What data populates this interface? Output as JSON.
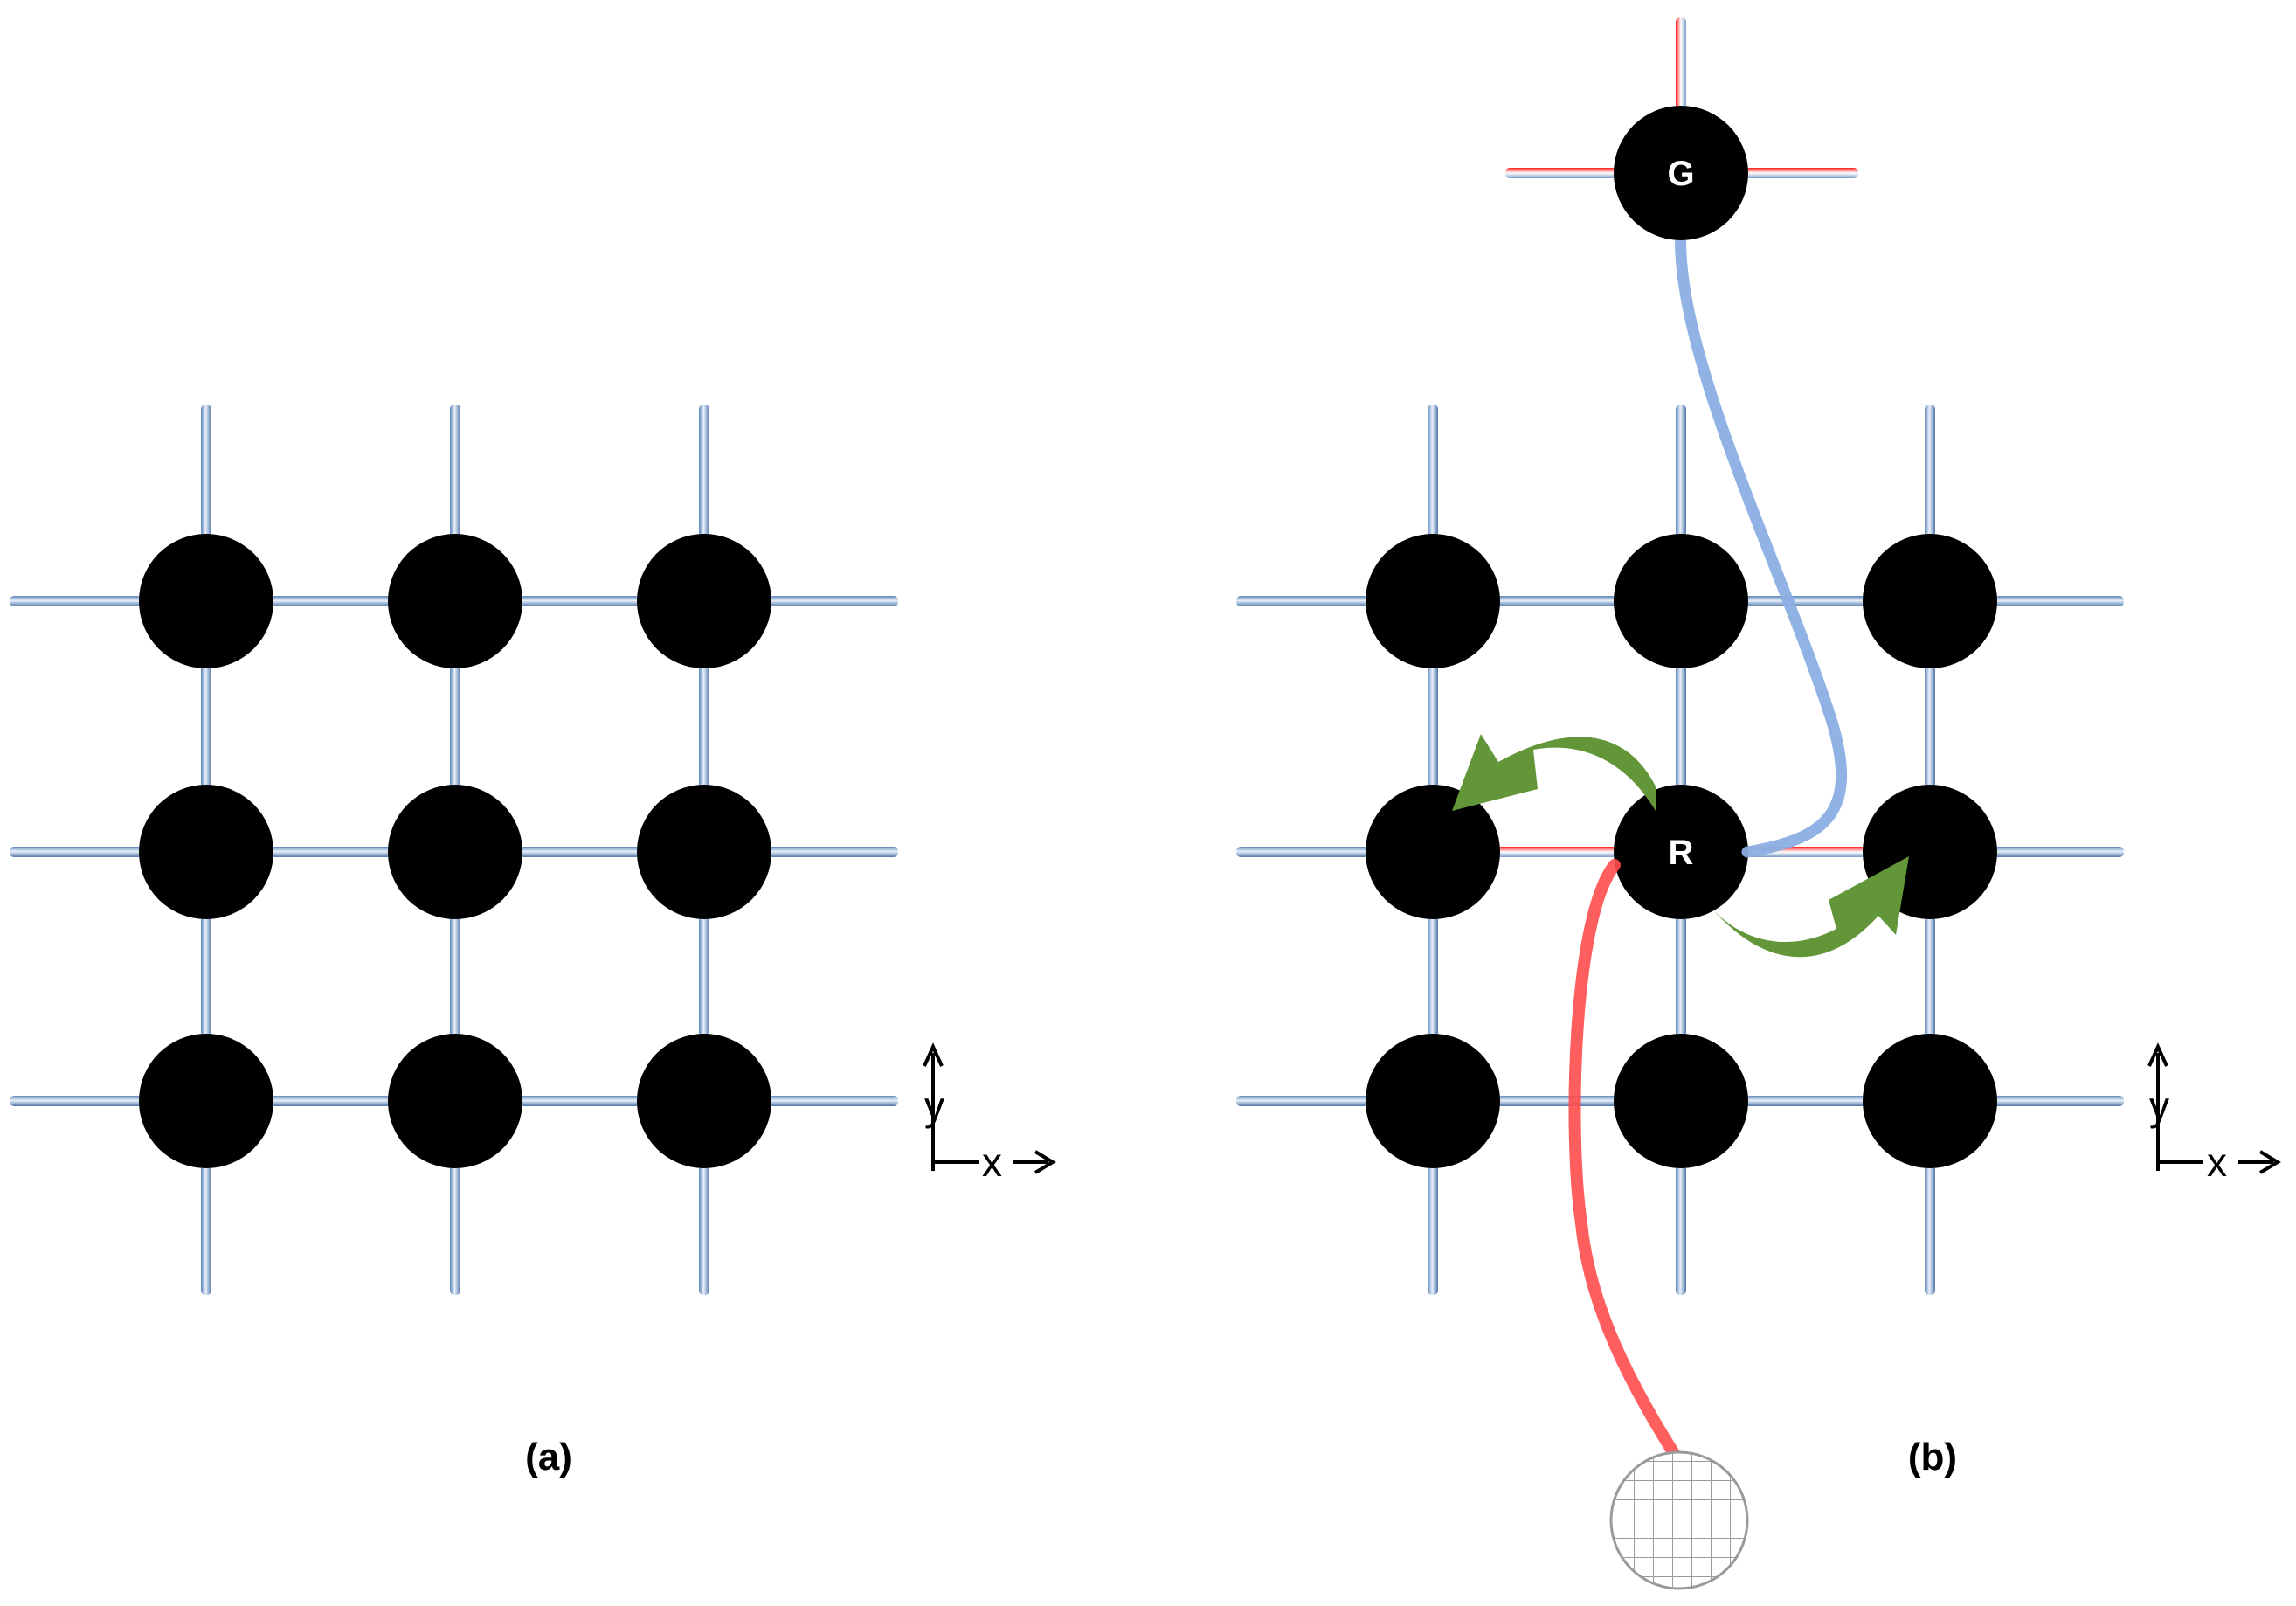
{
  "panels": [
    {
      "id": "a",
      "caption": "(a)"
    },
    {
      "id": "b",
      "caption": "(b)"
    }
  ],
  "grid": {
    "rows": 3,
    "cols": 3
  },
  "special_nodes": {
    "center_label": "R",
    "external_label": "G"
  },
  "axes": {
    "x_label": "x",
    "y_label": "y"
  },
  "colors": {
    "node": "#000000",
    "link": "#8fb0d8",
    "link_highlight": "#ff2e2e",
    "blue_path": "#8aaee3",
    "red_path": "#ff4d4d",
    "arrow": "#629639",
    "mesh": "#9a9a9a"
  },
  "icons": {
    "mesh": "hatched-globe-icon",
    "arrows": "curved-swap-arrow-icon"
  }
}
